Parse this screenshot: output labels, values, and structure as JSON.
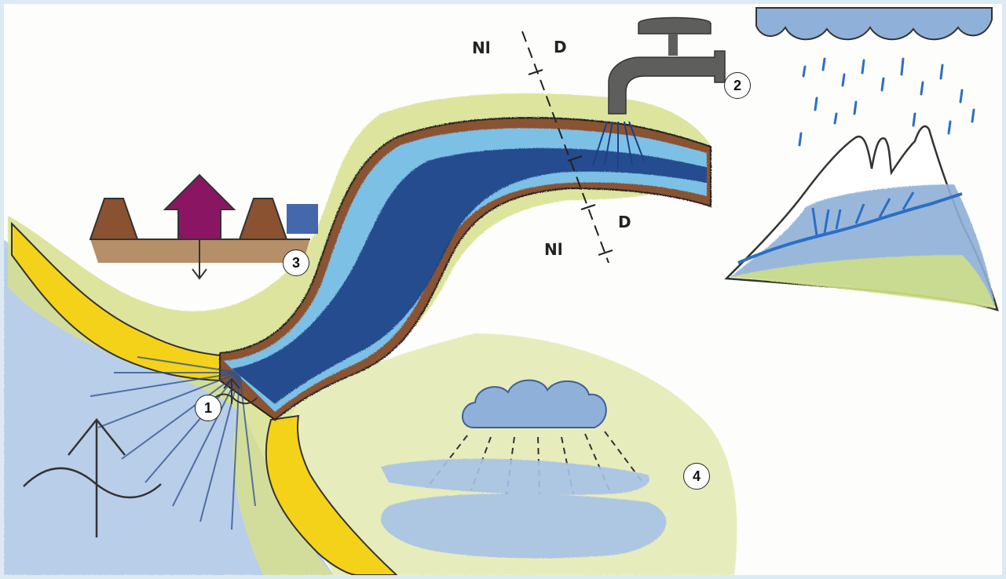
{
  "labels": {
    "nl_top": "Nl",
    "d_top": "D",
    "d_bottom": "D",
    "nl_bottom": "Nl"
  },
  "markers": [
    "1",
    "2",
    "3",
    "4"
  ],
  "colors": {
    "frame": "#dbeaf3",
    "sea": "#a9c4e4",
    "grass": "#d6df86",
    "sand_band": "#f4d21a",
    "soil_layer": "#8a5230",
    "aquifer_light": "#7cc0e6",
    "aquifer_dark": "#1d3f86",
    "tap": "#5e5f5c",
    "house_arrow": "#8a1663",
    "cloud": "#8fb0d8",
    "mountain_snow": "#ffffff",
    "mountain_water": "#2b6fc4"
  }
}
